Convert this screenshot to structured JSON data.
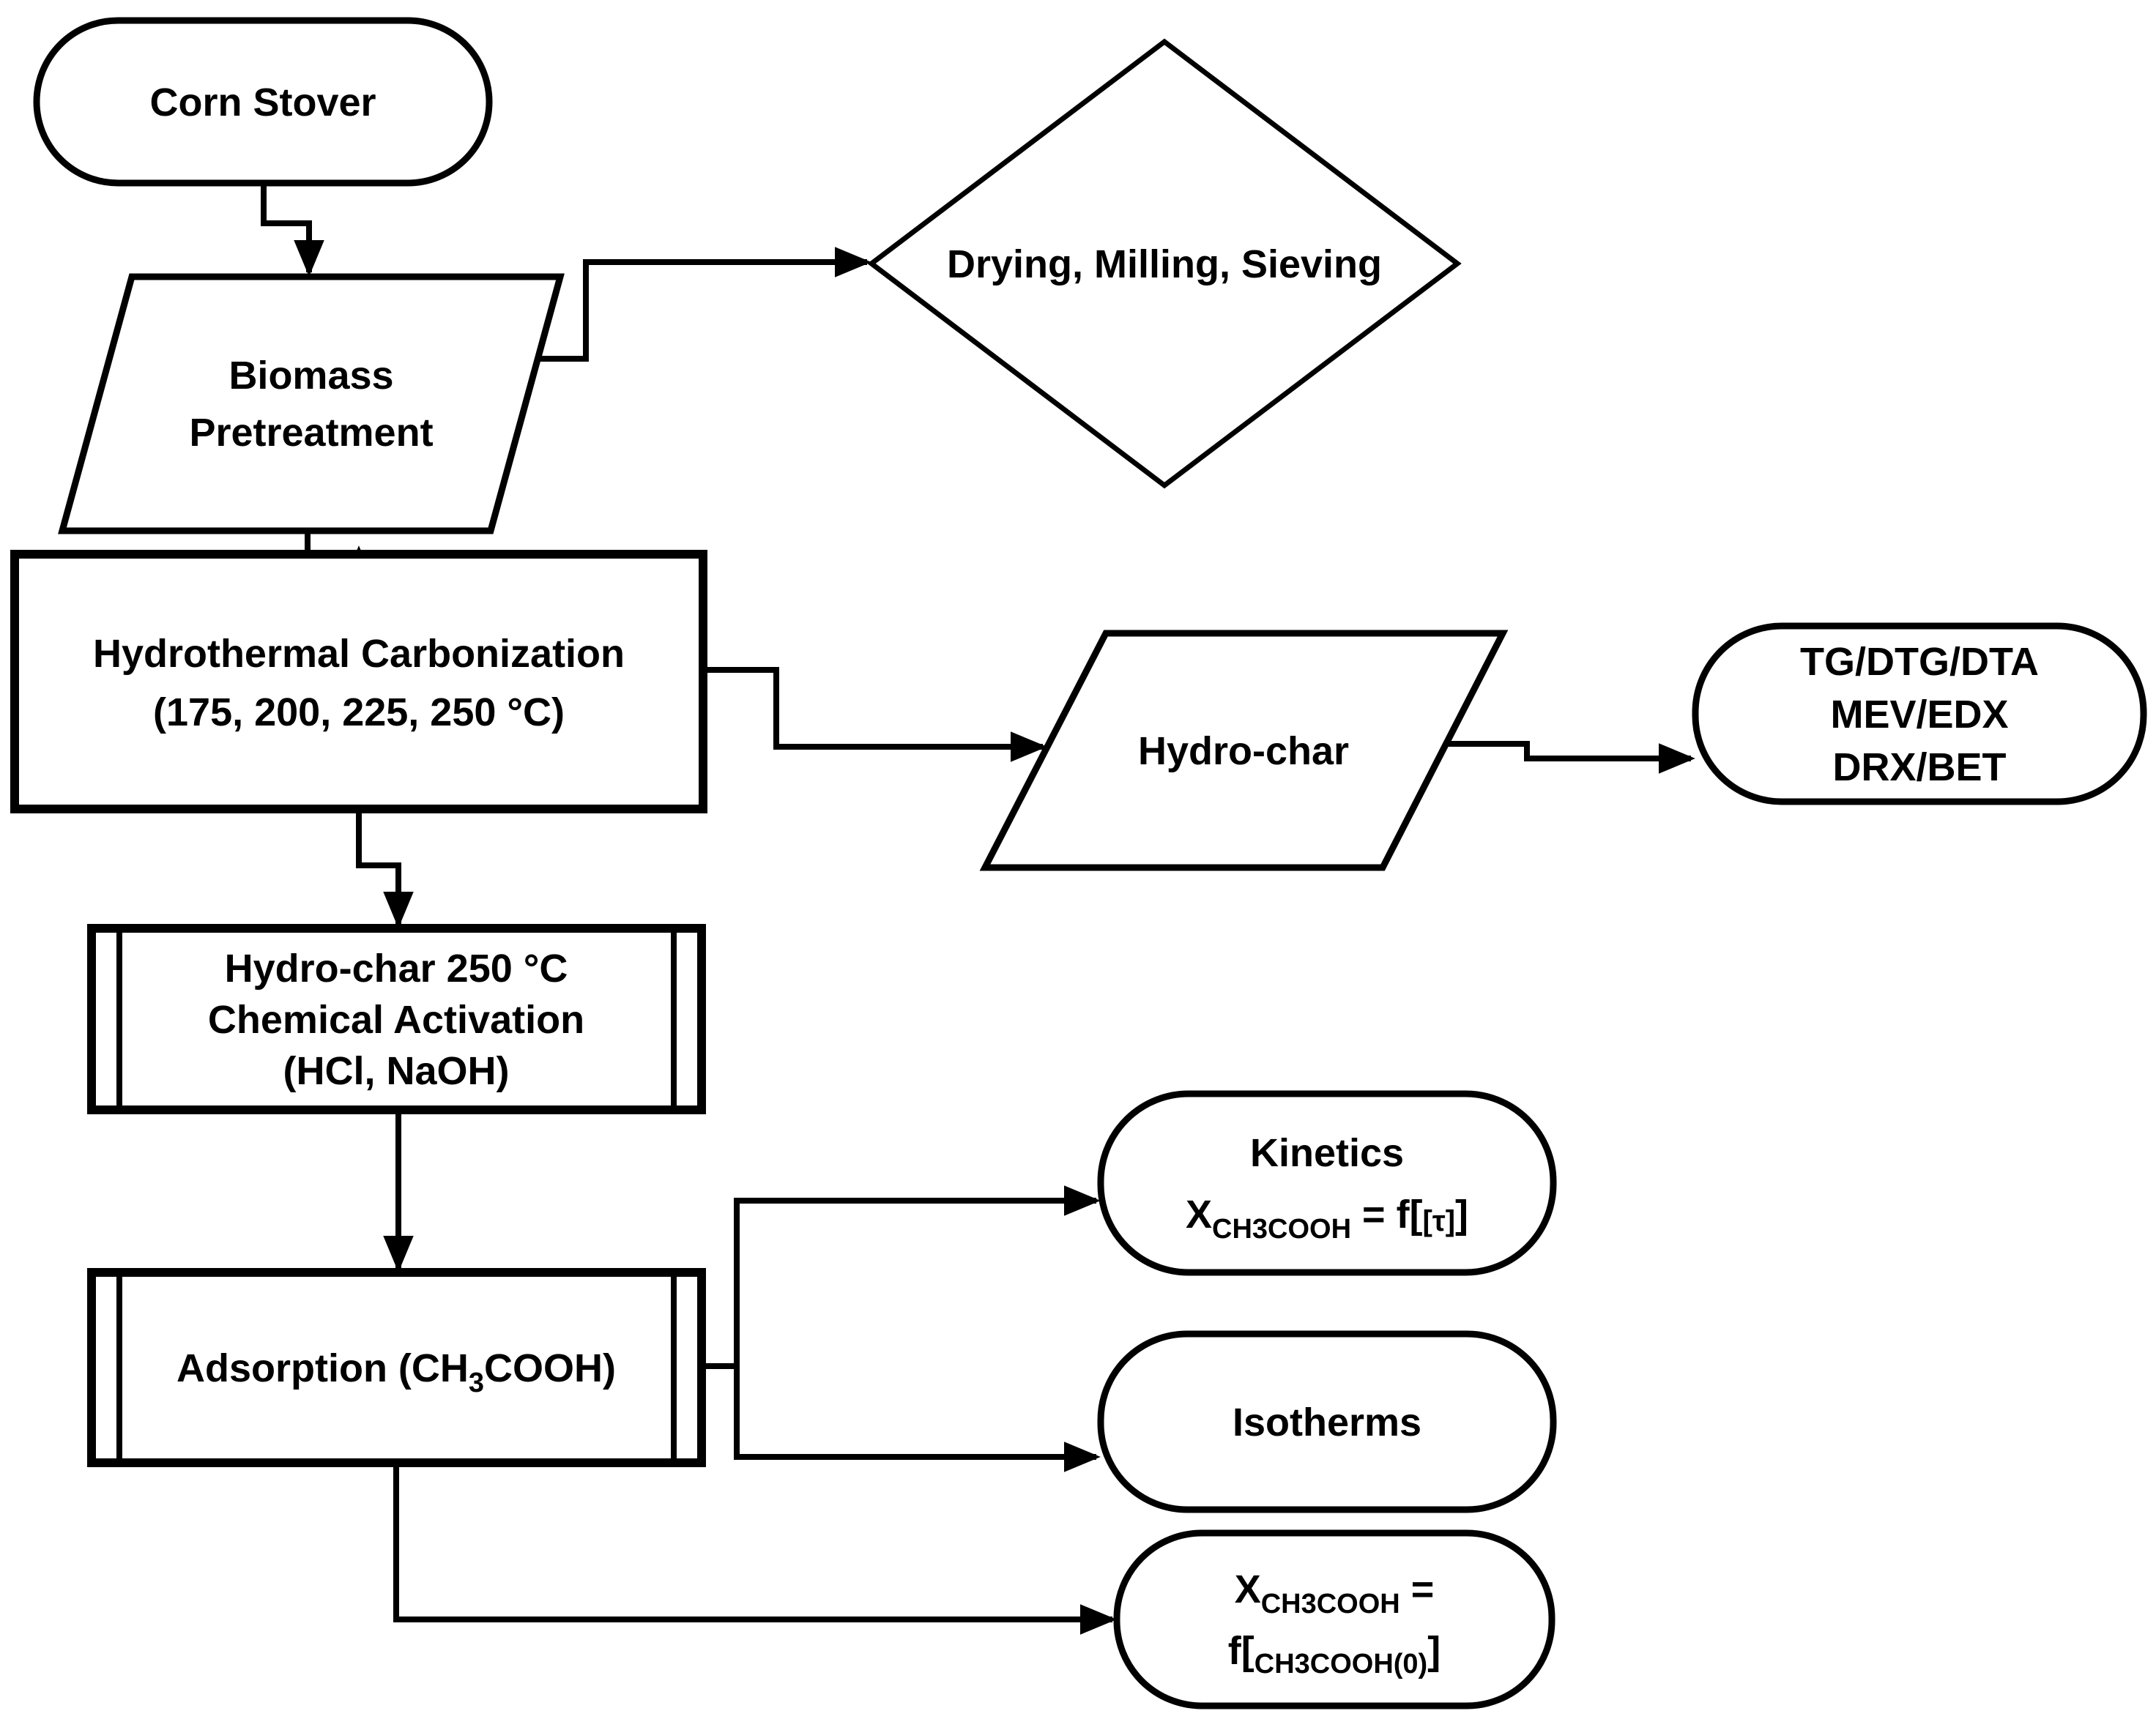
{
  "diagram": {
    "background": "#ffffff",
    "stroke_color": "#000000",
    "node_fill": "#ffffff",
    "nodes": {
      "corn_stover": {
        "shape": "stadium",
        "label": "Corn Stover"
      },
      "biomass_pretreatment": {
        "shape": "parallelogram",
        "line1": "Biomass",
        "line2": "Pretreatment"
      },
      "drying_milling_sieving": {
        "shape": "diamond",
        "label": "Drying, Milling, Sieving"
      },
      "hydrothermal_carbonization": {
        "shape": "rectangle",
        "line1": "Hydrothermal Carbonization",
        "line2": "(175, 200, 225, 250 °C)"
      },
      "hydro_char": {
        "shape": "parallelogram",
        "label": "Hydro-char"
      },
      "characterization": {
        "shape": "stadium",
        "line1": "TG/DTG/DTA",
        "line2": "MEV/EDX",
        "line3": "DRX/BET"
      },
      "chemical_activation": {
        "shape": "predefined-process",
        "line1": "Hydro-char 250 °C",
        "line2": "Chemical Activation",
        "line3": "(HCl, NaOH)"
      },
      "adsorption": {
        "shape": "predefined-process",
        "pre": "Adsorption (CH",
        "sub": "3",
        "post": "COOH)"
      },
      "kinetics": {
        "shape": "stadium",
        "title": "Kinetics",
        "formula_base": "X",
        "formula_sub": "CH3COOH",
        "formula_mid": " = f[",
        "formula_inner": "[τ]",
        "formula_end": "]"
      },
      "isotherms": {
        "shape": "stadium",
        "label": "Isotherms"
      },
      "conversion": {
        "shape": "stadium",
        "l1_base": "X",
        "l1_sub": "CH3COOH",
        "l1_end": " =",
        "l2_base": "f[",
        "l2_sub": "CH3COOH(0)",
        "l2_end": "]"
      }
    },
    "edges": [
      {
        "from": "corn-stover",
        "to": "biomass-pretreatment"
      },
      {
        "from": "biomass-pretreatment",
        "to": "drying-milling-sieving"
      },
      {
        "from": "biomass-pretreatment",
        "to": "hydrothermal-carbonization"
      },
      {
        "from": "hydrothermal-carbonization",
        "to": "hydro-char"
      },
      {
        "from": "hydro-char",
        "to": "characterization"
      },
      {
        "from": "hydrothermal-carbonization",
        "to": "chemical-activation"
      },
      {
        "from": "chemical-activation",
        "to": "adsorption"
      },
      {
        "from": "adsorption",
        "to": "kinetics"
      },
      {
        "from": "adsorption",
        "to": "isotherms"
      },
      {
        "from": "adsorption",
        "to": "conversion"
      }
    ]
  }
}
